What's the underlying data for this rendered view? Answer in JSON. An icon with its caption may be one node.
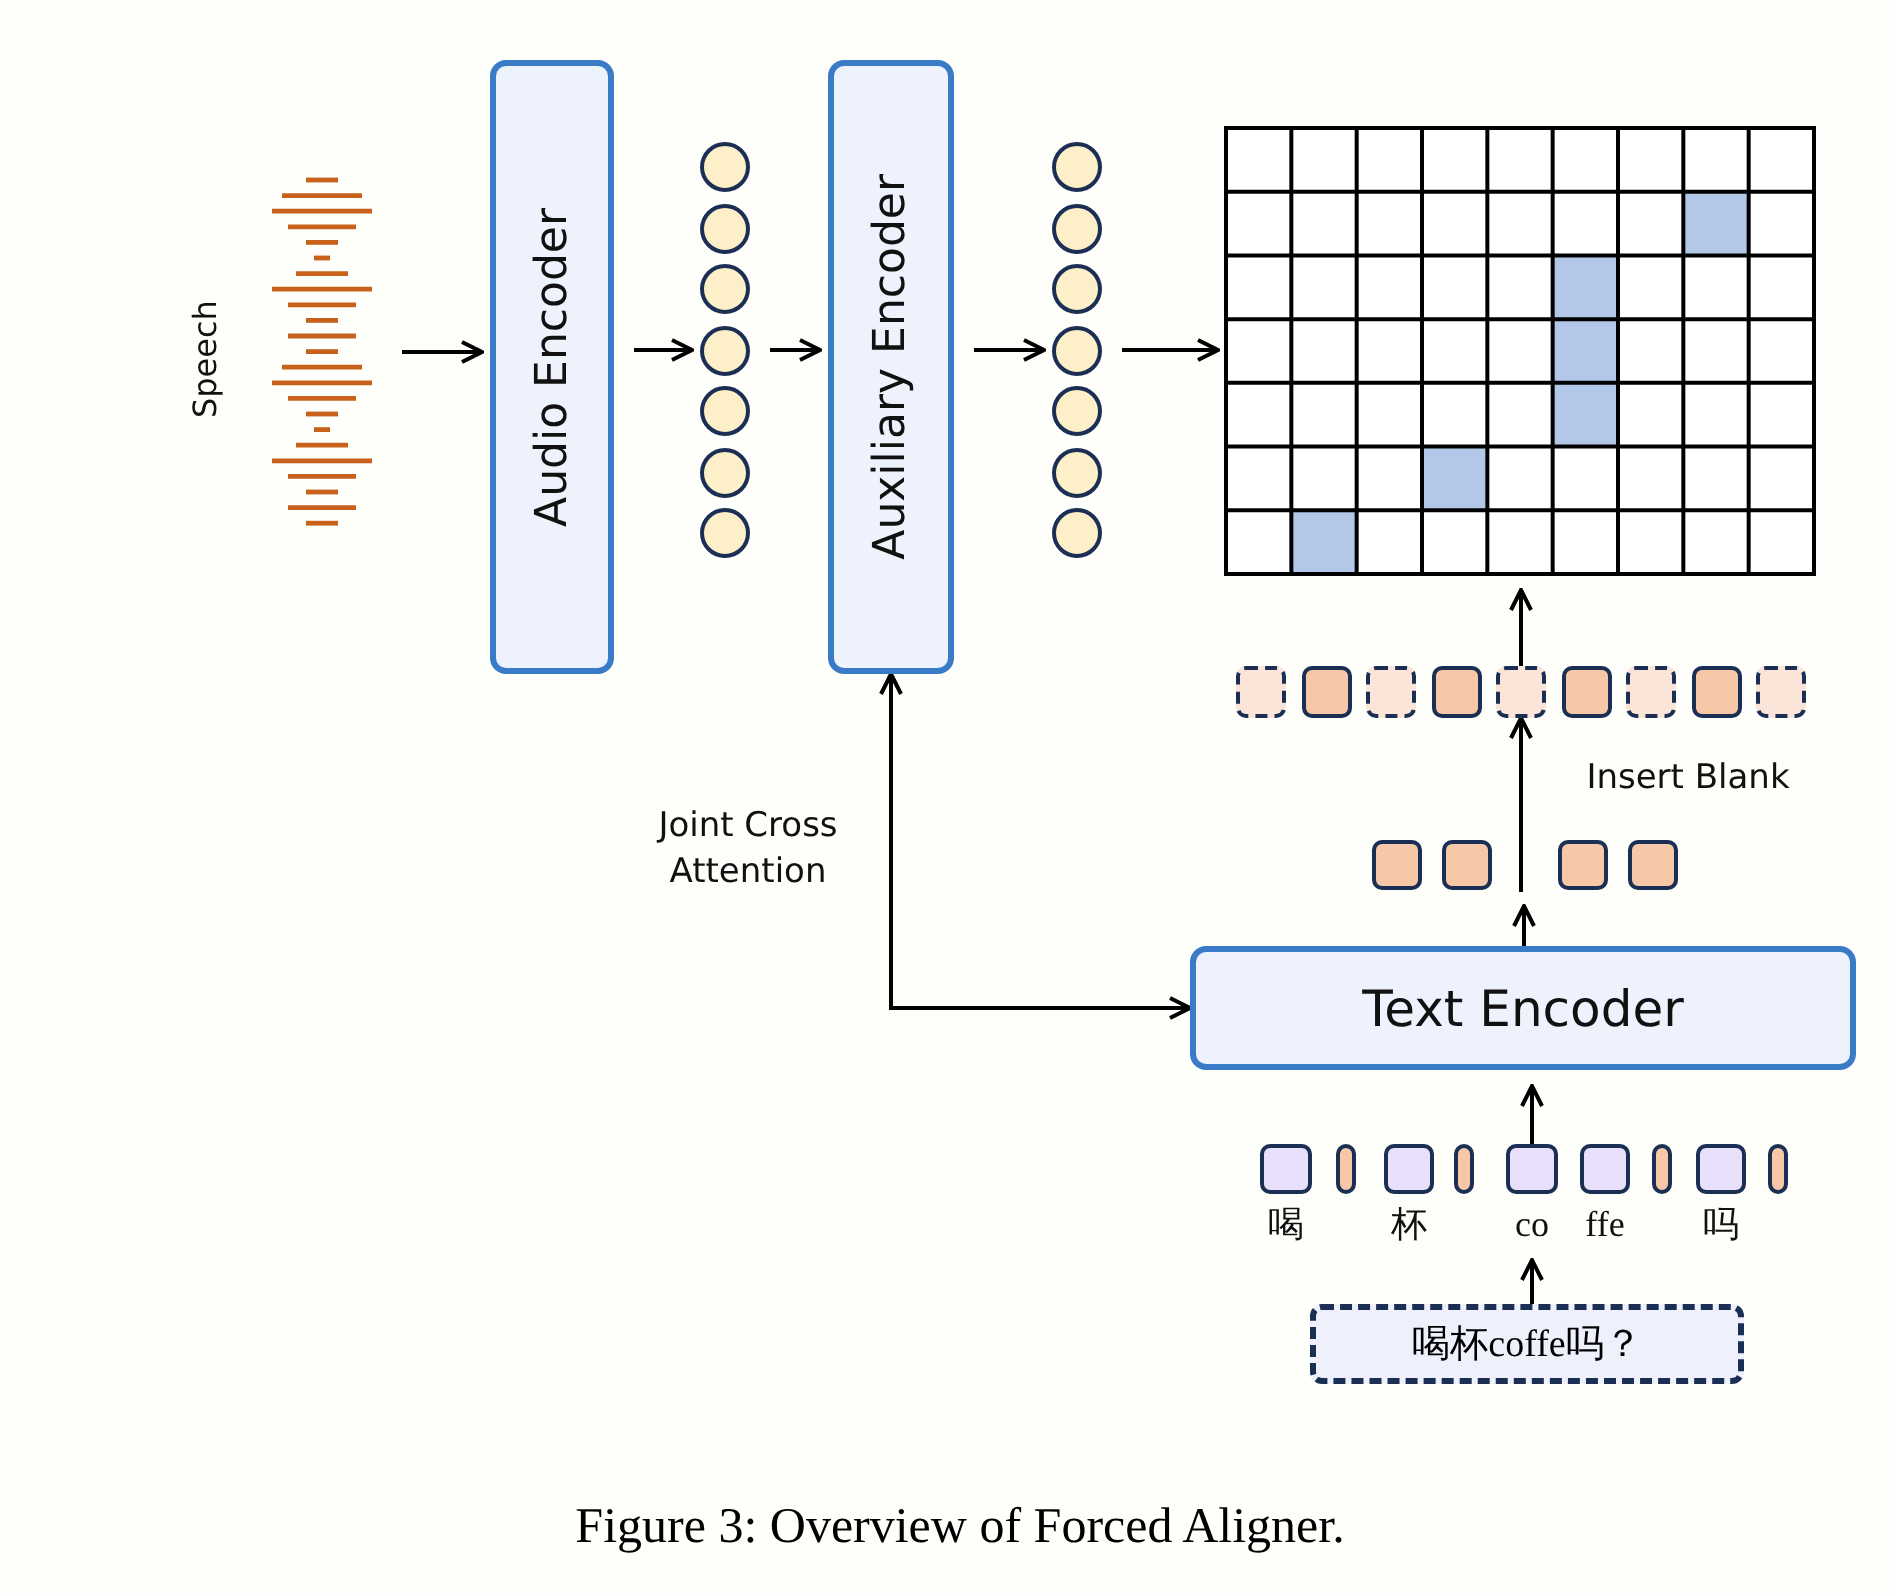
{
  "diagram": {
    "caption": "Figure 3: Overview of Forced Aligner.",
    "nodes": [
      {
        "text": [],
        "shape": "waveform",
        "beside": [
          "Speech"
        ]
      },
      {
        "text": [
          "Audio Encoder"
        ]
      },
      {
        "text": [],
        "shape": "circle"
      },
      {
        "text": [],
        "shape": "circle"
      },
      {
        "text": [],
        "shape": "circle"
      },
      {
        "text": [],
        "shape": "circle"
      },
      {
        "text": [],
        "shape": "circle"
      },
      {
        "text": [],
        "shape": "circle"
      },
      {
        "text": [],
        "shape": "circle"
      },
      {
        "text": [
          "Auxiliary Encoder"
        ]
      },
      {
        "text": [],
        "shape": "circle"
      },
      {
        "text": [],
        "shape": "circle"
      },
      {
        "text": [],
        "shape": "circle"
      },
      {
        "text": [],
        "shape": "circle"
      },
      {
        "text": [],
        "shape": "circle"
      },
      {
        "text": [],
        "shape": "circle"
      },
      {
        "text": [],
        "shape": "circle"
      },
      {
        "text": [],
        "shape": "grid"
      },
      {
        "text": [],
        "shape": "box"
      },
      {
        "text": [],
        "shape": "box"
      },
      {
        "text": [],
        "shape": "box"
      },
      {
        "text": [],
        "shape": "box"
      },
      {
        "text": [],
        "shape": "box"
      },
      {
        "text": [],
        "shape": "box"
      },
      {
        "text": [],
        "shape": "box"
      },
      {
        "text": [],
        "shape": "box"
      },
      {
        "text": [],
        "shape": "box"
      },
      {
        "text": [],
        "shape": "box"
      },
      {
        "text": [],
        "shape": "box"
      },
      {
        "text": [],
        "shape": "box"
      },
      {
        "text": [],
        "shape": "box"
      },
      {
        "text": [
          "Text Encoder"
        ]
      },
      {
        "text": [],
        "shape": "box",
        "beside": [
          "喝"
        ]
      },
      {
        "text": [],
        "shape": "bar"
      },
      {
        "text": [],
        "shape": "box",
        "beside": [
          "杯"
        ]
      },
      {
        "text": [],
        "shape": "bar"
      },
      {
        "text": [],
        "shape": "box",
        "beside": [
          "co"
        ]
      },
      {
        "text": [],
        "shape": "box",
        "beside": [
          "ffe"
        ]
      },
      {
        "text": [],
        "shape": "bar"
      },
      {
        "text": [],
        "shape": "box",
        "beside": [
          "吗"
        ]
      },
      {
        "text": [],
        "shape": "bar"
      },
      {
        "text": [
          "喝杯coffe吗？"
        ]
      }
    ],
    "edges": [
      {
        "from": 0,
        "to": 1,
        "arrow": "to"
      },
      {
        "from": 1,
        "to": 5,
        "arrow": "to"
      },
      {
        "from": 5,
        "to": 9,
        "arrow": "to"
      },
      {
        "from": 9,
        "to": 13,
        "arrow": "to"
      },
      {
        "from": 13,
        "to": 17,
        "arrow": "to"
      },
      {
        "from": 22,
        "to": 17,
        "arrow": "to"
      },
      {
        "from": null,
        "to": 22,
        "arrow": "to",
        "label": "Insert Blank"
      },
      {
        "from": 31,
        "to": 28,
        "arrow": "to"
      },
      {
        "from": 9,
        "to": 31,
        "arrow": "both",
        "label": "Joint Cross Attention"
      },
      {
        "from": 41,
        "to": 36,
        "arrow": "to"
      },
      {
        "from": 36,
        "to": 31,
        "arrow": "to"
      }
    ]
  }
}
